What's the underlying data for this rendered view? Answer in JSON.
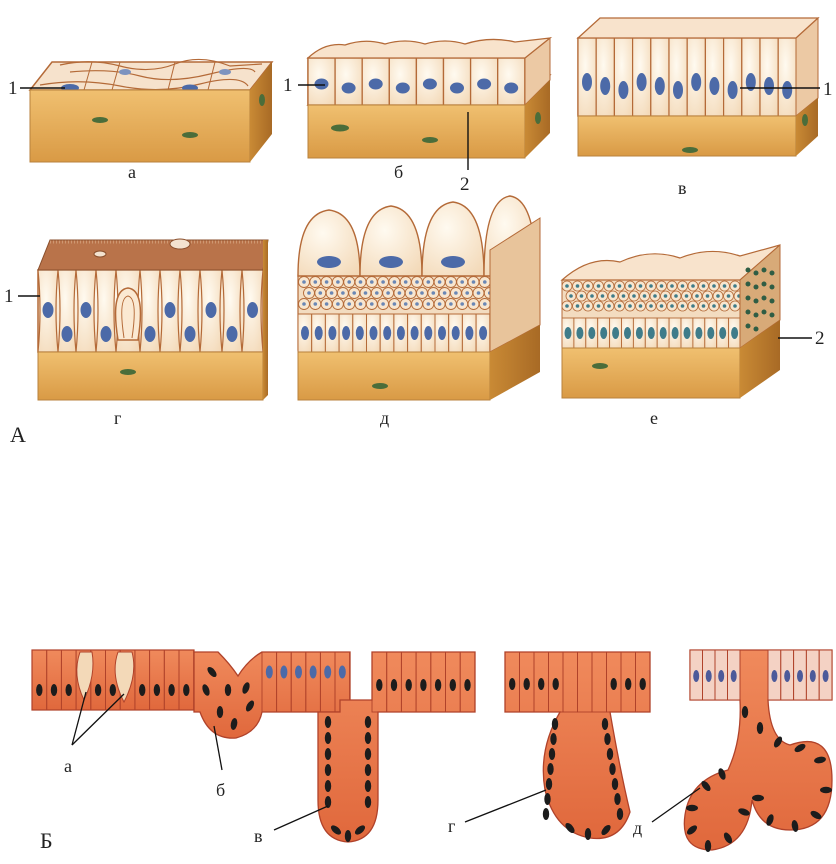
{
  "panel_A": {
    "letter": "А",
    "sublabels": [
      "а",
      "б",
      "в",
      "г",
      "д",
      "е"
    ],
    "callouts": {
      "a_1": "1",
      "b_1": "1",
      "b_2": "2",
      "v_1": "1",
      "g_1": "1",
      "e_2": "2"
    }
  },
  "panel_B": {
    "letter": "Б",
    "sublabels": [
      "а",
      "б",
      "в",
      "г",
      "д"
    ]
  },
  "colors": {
    "connective": "#e9b35c",
    "connective_dark": "#c98a35",
    "cell_fill": "#fbe9d2",
    "cell_border": "#b46a38",
    "nucleus": "#4c6aa8",
    "gland_tissue": "#ec7a4e",
    "gland_border": "#b0422a",
    "gland_nucleus": "#1c1c1c"
  }
}
